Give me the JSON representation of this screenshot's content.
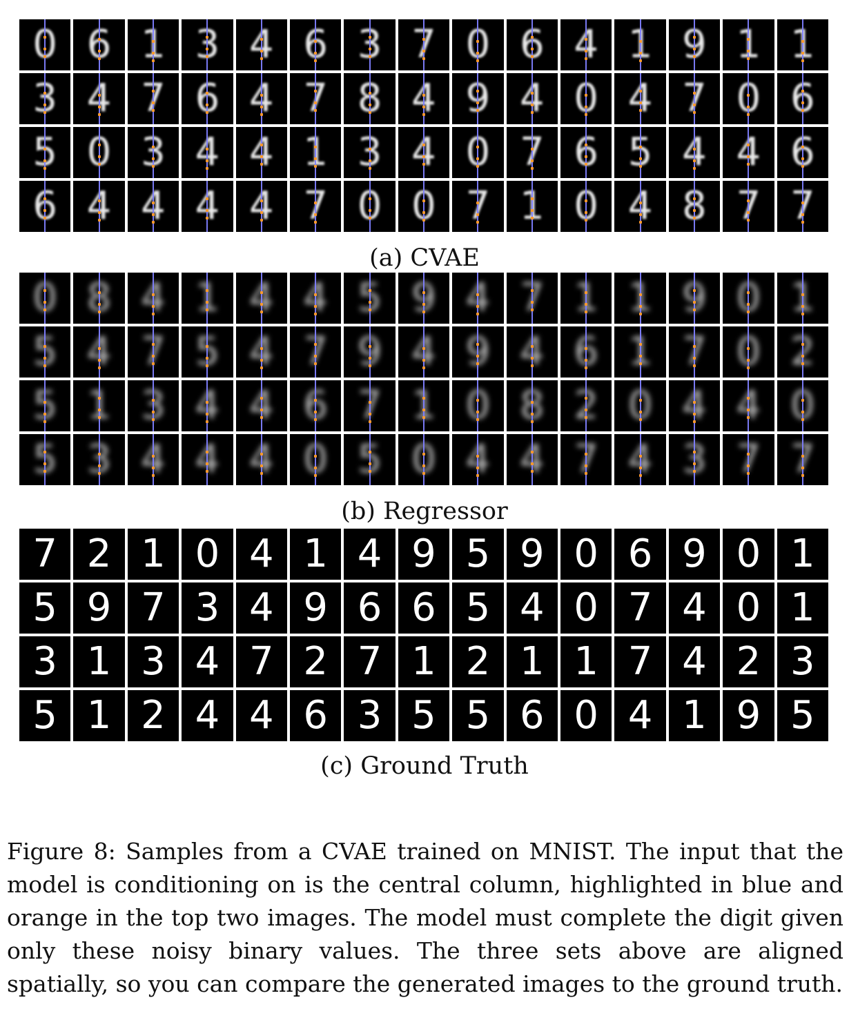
{
  "panels": [
    {
      "id": "cvae",
      "caption": "(a) CVAE",
      "style": "blur",
      "highlight": true,
      "rows": [
        [
          "0",
          "6",
          "1",
          "3",
          "4",
          "6",
          "3",
          "7",
          "0",
          "6",
          "4",
          "1",
          "9",
          "1",
          "1"
        ],
        [
          "3",
          "4",
          "7",
          "6",
          "4",
          "7",
          "8",
          "4",
          "9",
          "4",
          "0",
          "4",
          "7",
          "0",
          "6"
        ],
        [
          "5",
          "0",
          "3",
          "4",
          "4",
          "1",
          "3",
          "4",
          "0",
          "7",
          "6",
          "5",
          "4",
          "4",
          "6"
        ],
        [
          "6",
          "4",
          "4",
          "4",
          "4",
          "7",
          "0",
          "0",
          "7",
          "1",
          "0",
          "4",
          "8",
          "7",
          "7"
        ]
      ]
    },
    {
      "id": "regressor",
      "caption": "(b) Regressor",
      "style": "blurry",
      "highlight": true,
      "rows": [
        [
          "0",
          "8",
          "4",
          "1",
          "4",
          "4",
          "5",
          "9",
          "4",
          "7",
          "1",
          "1",
          "9",
          "0",
          "1"
        ],
        [
          "5",
          "4",
          "7",
          "5",
          "4",
          "7",
          "9",
          "4",
          "9",
          "4",
          "6",
          "1",
          "7",
          "0",
          "2"
        ],
        [
          "5",
          "1",
          "3",
          "4",
          "4",
          "6",
          "7",
          "1",
          "0",
          "8",
          "2",
          "0",
          "4",
          "4",
          "0"
        ],
        [
          "5",
          "3",
          "4",
          "4",
          "4",
          "0",
          "5",
          "0",
          "4",
          "4",
          "7",
          "4",
          "3",
          "7",
          "7"
        ]
      ]
    },
    {
      "id": "ground-truth",
      "caption": "(c) Ground Truth",
      "style": "gt",
      "highlight": false,
      "rows": [
        [
          "7",
          "2",
          "1",
          "0",
          "4",
          "1",
          "4",
          "9",
          "5",
          "9",
          "0",
          "6",
          "9",
          "0",
          "1"
        ],
        [
          "5",
          "9",
          "7",
          "3",
          "4",
          "9",
          "6",
          "6",
          "5",
          "4",
          "0",
          "7",
          "4",
          "0",
          "1"
        ],
        [
          "3",
          "1",
          "3",
          "4",
          "7",
          "2",
          "7",
          "1",
          "2",
          "1",
          "1",
          "7",
          "4",
          "2",
          "3"
        ],
        [
          "5",
          "1",
          "2",
          "4",
          "4",
          "6",
          "3",
          "5",
          "5",
          "6",
          "0",
          "4",
          "1",
          "9",
          "5"
        ]
      ]
    }
  ],
  "figure_caption": "Figure 8: Samples from a CVAE trained on MNIST. The input that the model is conditioning on is the central column, highlighted in blue and orange in the top two images. The model must complete the digit given only these noisy binary values. The three sets above are aligned spatially, so you can compare the generated images to the ground truth.",
  "colors": {
    "highlight_column": "#7f7fff",
    "highlight_points": "#ff9a2e",
    "cell_background": "#000000",
    "grid_lines": "#ffffff"
  }
}
